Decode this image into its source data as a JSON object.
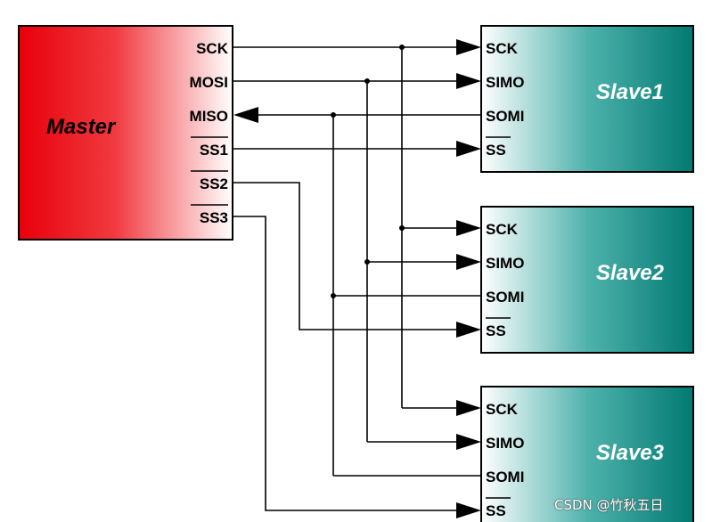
{
  "master": {
    "label": "Master",
    "pins": [
      "SCK",
      "MOSI",
      "MISO",
      "SS1",
      "SS2",
      "SS3"
    ],
    "pin_overlines": [
      false,
      false,
      false,
      true,
      true,
      true
    ]
  },
  "slaves": [
    {
      "label": "Slave1",
      "pins": [
        "SCK",
        "SIMO",
        "SOMI",
        "SS"
      ]
    },
    {
      "label": "Slave2",
      "pins": [
        "SCK",
        "SIMO",
        "SOMI",
        "SS"
      ]
    },
    {
      "label": "Slave3",
      "pins": [
        "SCK",
        "SIMO",
        "SOMI",
        "SS"
      ]
    }
  ],
  "slave_pin_overlines": [
    false,
    false,
    false,
    true
  ],
  "connections": [
    {
      "from": "SCK",
      "to": "SCK",
      "direction": "master-to-slave"
    },
    {
      "from": "MOSI",
      "to": "SIMO",
      "direction": "master-to-slave"
    },
    {
      "from": "MISO",
      "to": "SOMI",
      "direction": "slave-to-master"
    },
    {
      "from": "SS1",
      "to": "Slave1.SS",
      "direction": "master-to-slave"
    },
    {
      "from": "SS2",
      "to": "Slave2.SS",
      "direction": "master-to-slave"
    },
    {
      "from": "SS3",
      "to": "Slave3.SS",
      "direction": "master-to-slave"
    }
  ],
  "colors": {
    "master_gradient": [
      "#e8000a",
      "#ffffff"
    ],
    "slave_gradient": [
      "#ffffff",
      "#007a72"
    ],
    "slave_title": "#ffffff"
  },
  "watermark": "CSDN @竹秋五日"
}
